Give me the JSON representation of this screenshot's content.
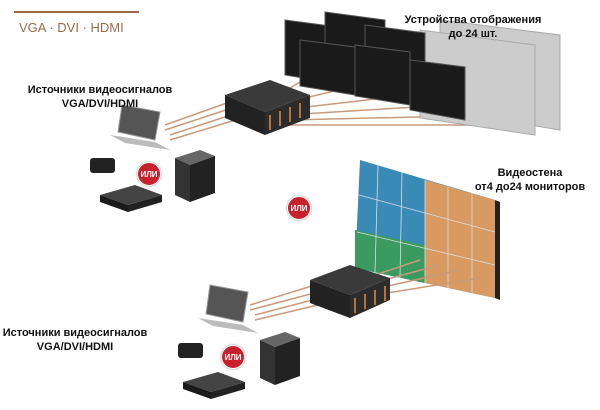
{
  "header": {
    "title": "VGA · DVI · HDMI",
    "accent": "#9a6a48"
  },
  "top_sources": {
    "line1": "Источники видеосигналов",
    "line2": "VGA/DVI/HDMI",
    "or_badge": "ИЛИ"
  },
  "displays": {
    "line1": "Устройства отображения",
    "line2": "до 24 шт."
  },
  "center_or": "ИЛИ",
  "videowall": {
    "line1": "Видеостена",
    "line2": "от4 до24 мониторов"
  },
  "bottom_sources": {
    "line1": "Источники видеосигналов",
    "line2": "VGA/DVI/HDMI",
    "or_badge": "ИЛИ"
  },
  "colors": {
    "or_badge": "#c8202c",
    "cable": "#c99a7a"
  }
}
